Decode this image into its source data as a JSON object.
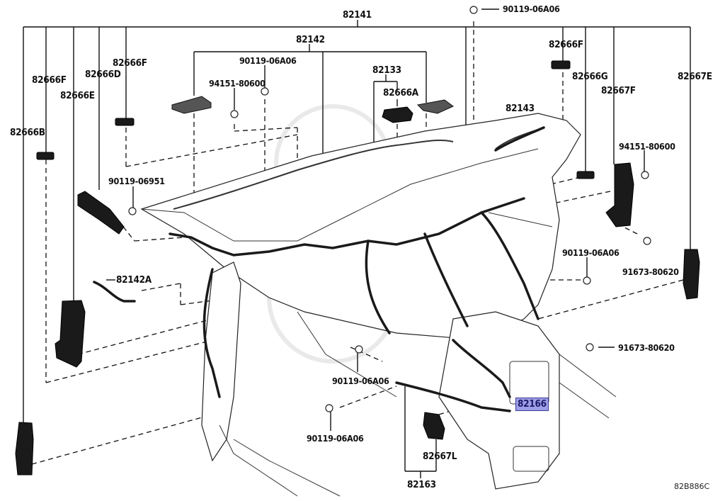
{
  "diagram": {
    "title": "Wiring harness & clamp – instrument panel (exploded parts diagram)",
    "reference_code": "82B886C",
    "highlighted_part": "82166",
    "highlight_color": "#9e9ee6",
    "labels": {
      "p82141": "82141",
      "p82142": "82142",
      "p82133": "82133",
      "p82666A": "82666A",
      "p82143": "82143",
      "p82666F_a": "82666F",
      "p82666F_b": "82666F",
      "p82666F_c": "82666F",
      "p82666D": "82666D",
      "p82666E": "82666E",
      "p82666B": "82666B",
      "p82666G": "82666G",
      "p82667F": "82667F",
      "p82667E": "82667E",
      "p82142A": "82142A",
      "p82166": "82166",
      "p82667L": "82667L",
      "p82163": "82163",
      "bolt_top": "90119-06A06",
      "bolt_upper": "90119-06A06",
      "bolt_right": "90119-06A06",
      "bolt_lower_center": "90119-06A06",
      "bolt_bottom": "90119-06A06",
      "bolt_left": "90119-06951",
      "nut_left": "94151-80600",
      "nut_right": "94151-80600",
      "screw_right_a": "91673-80620",
      "screw_right_b": "91673-80620"
    }
  }
}
